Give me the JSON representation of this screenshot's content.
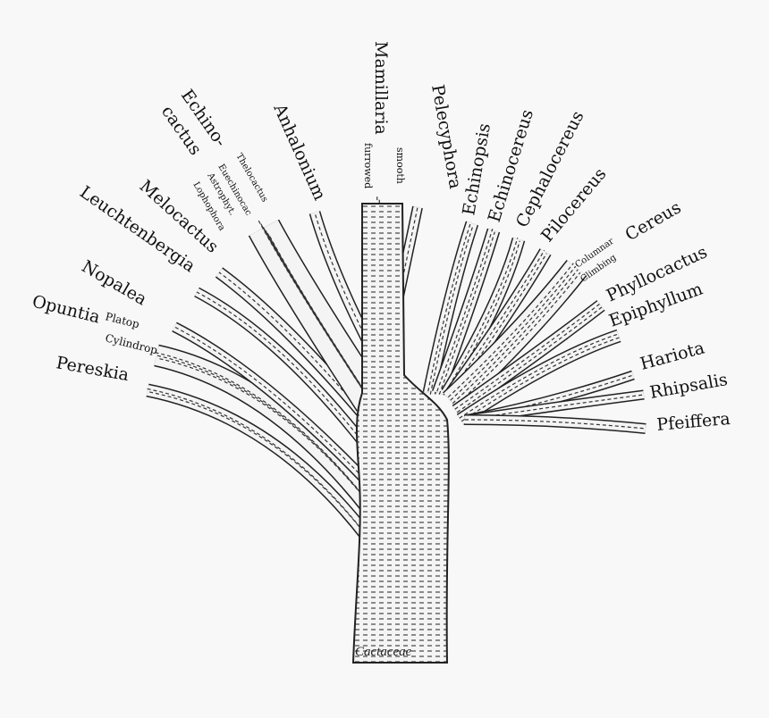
{
  "root": "Cactaceae",
  "branches": [
    {
      "key": "pereskia",
      "label": "Pereskia"
    },
    {
      "key": "opuntia",
      "label": "Opuntia",
      "subgroups": [
        "Platop",
        "Cylindrop"
      ]
    },
    {
      "key": "nopalea",
      "label": "Nopalea"
    },
    {
      "key": "leuchtenbergia",
      "label": "Leuchtenbergia"
    },
    {
      "key": "melocactus",
      "label": "Melocactus"
    },
    {
      "key": "echinocactus",
      "label": "Echino-",
      "label2": "cactus",
      "subgroups": [
        "Thelocactus",
        "Euechinocac",
        "Astrophyt.",
        "Lophophora"
      ]
    },
    {
      "key": "anhalonium",
      "label": "Anhalonium"
    },
    {
      "key": "mamillaria",
      "label": "Mamillaria",
      "subgroups": [
        "smooth",
        "furrowed"
      ]
    },
    {
      "key": "pelecyphora",
      "label": "Pelecyphora"
    },
    {
      "key": "echinopsis",
      "label": "Echinopsis"
    },
    {
      "key": "echinocereus",
      "label": "Echinocereus"
    },
    {
      "key": "cephalocereus",
      "label": "Cephalocereus"
    },
    {
      "key": "pilocereus",
      "label": "Pilocereus"
    },
    {
      "key": "cereus",
      "label": "Cereus",
      "subgroups": [
        "Columnar",
        "Climbing"
      ]
    },
    {
      "key": "phyllocactus",
      "label": "Phyllocactus"
    },
    {
      "key": "epiphyllum",
      "label": "Epiphyllum"
    },
    {
      "key": "hariota",
      "label": "Hariota"
    },
    {
      "key": "rhipsalis",
      "label": "Rhipsalis"
    },
    {
      "key": "pfeiffera",
      "label": "Pfeiffera"
    }
  ]
}
